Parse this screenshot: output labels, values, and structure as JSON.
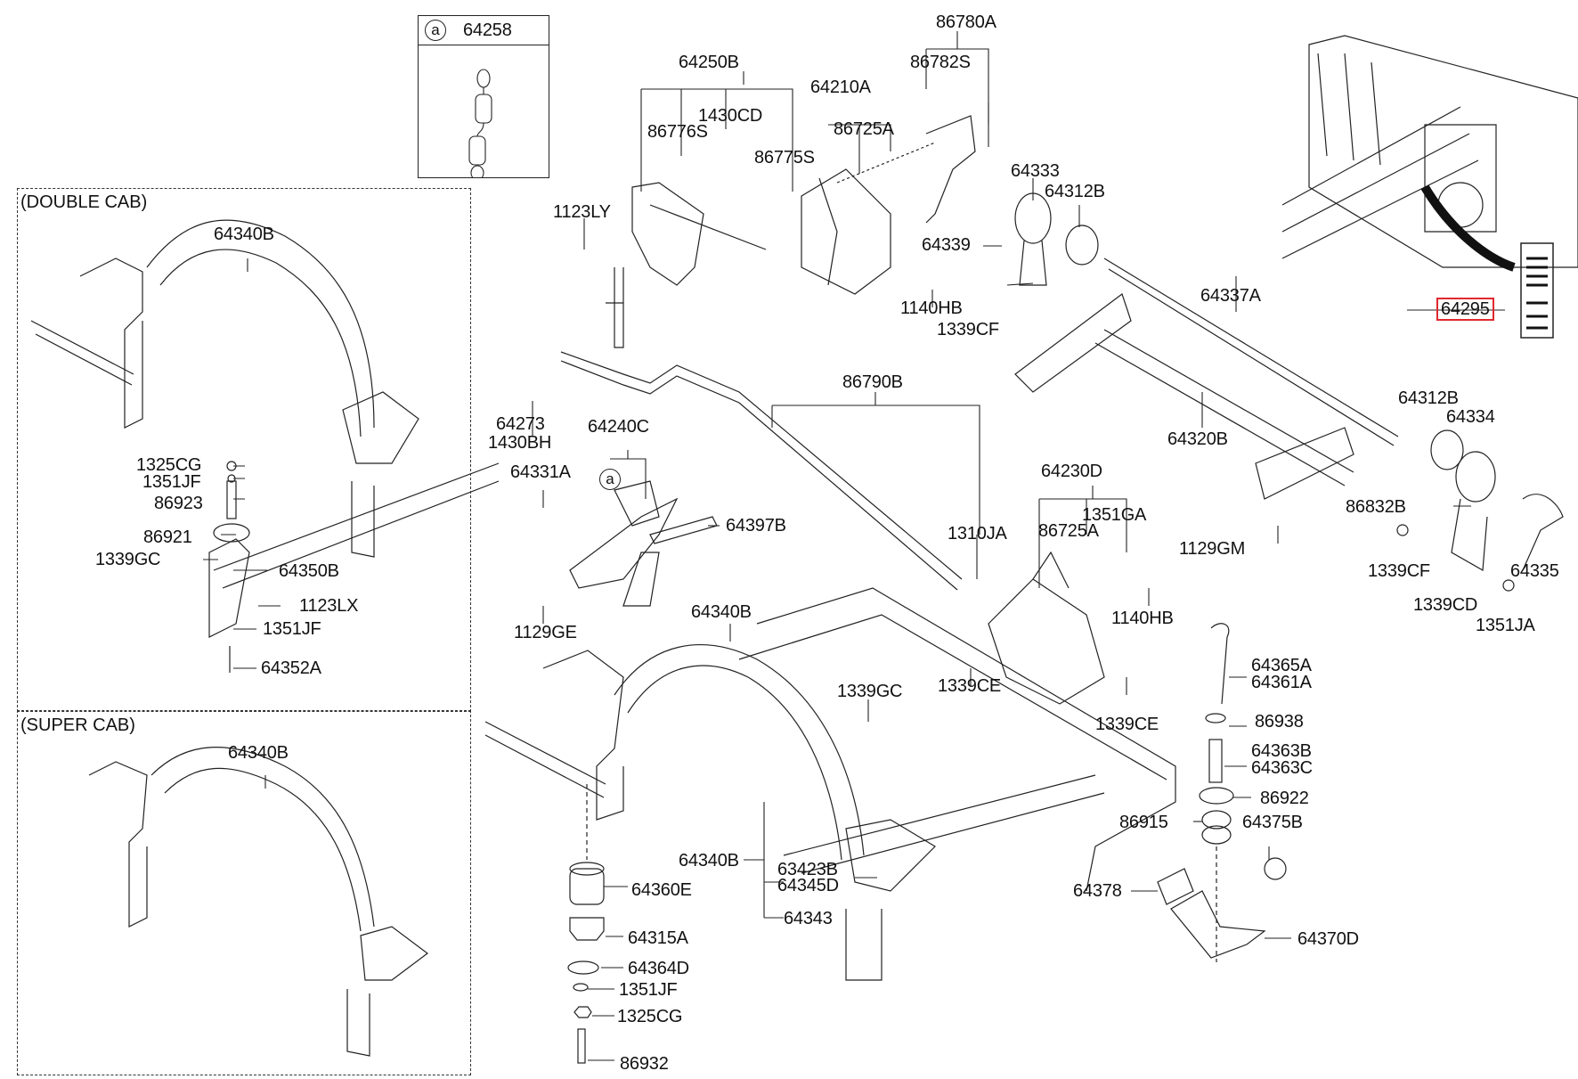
{
  "diagram": {
    "type": "exploded-parts-diagram",
    "highlight_color": "#e0282e",
    "sections": {
      "double_cab": "(DOUBLE CAB)",
      "super_cab": "(SUPER CAB)"
    },
    "inset": {
      "ref_letter": "a",
      "part": "64258"
    },
    "callout_ref_letter": "a",
    "labels": {
      "p64250B": "64250B",
      "p1430CD": "1430CD",
      "p86776S": "86776S",
      "p86775S": "86775S",
      "p64210A": "64210A",
      "p86725A_top": "86725A",
      "p86780A": "86780A",
      "p86782S": "86782S",
      "p1123LY": "1123LY",
      "p64333": "64333",
      "p64312B_top": "64312B",
      "p64339": "64339",
      "p1140HB_top": "1140HB",
      "p1339CF_top": "1339CF",
      "p64337A": "64337A",
      "p64295": "64295",
      "p64273": "64273",
      "p1430BH": "1430BH",
      "p86790B": "86790B",
      "p64320B": "64320B",
      "p64312B_right": "64312B",
      "p64334": "64334",
      "p64240C": "64240C",
      "p64331A": "64331A",
      "p64397B": "64397B",
      "p1129GE": "1129GE",
      "p64230D": "64230D",
      "p1351GA": "1351GA",
      "p86725A_mid": "86725A",
      "p1310JA": "1310JA",
      "p1140HB_mid": "1140HB",
      "p1129GM": "1129GM",
      "p86832B": "86832B",
      "p1339CF_right": "1339CF",
      "p1339CD": "1339CD",
      "p64335": "64335",
      "p1351JA": "1351JA",
      "p64340B_center": "64340B",
      "p1339GC_center": "1339GC",
      "p1339CE_left": "1339CE",
      "p1339CE_right": "1339CE",
      "p64365A": "64365A",
      "p64361A": "64361A",
      "p86938": "86938",
      "p64363B": "64363B",
      "p64363C": "64363C",
      "p86922": "86922",
      "p86915": "86915",
      "p64375B": "64375B",
      "p64378": "64378",
      "p64370D": "64370D",
      "p64340B_bottom": "64340B",
      "p63423B": "63423B",
      "p64345D": "64345D",
      "p64343": "64343",
      "p64360E": "64360E",
      "p64315A": "64315A",
      "p64364D": "64364D",
      "p1351JF_bottom": "1351JF",
      "p1325CG_bottom": "1325CG",
      "p86932": "86932",
      "dc_64340B": "64340B",
      "dc_1325CG": "1325CG",
      "dc_1351JF_top": "1351JF",
      "dc_86923": "86923",
      "dc_86921": "86921",
      "dc_1339GC": "1339GC",
      "dc_64350B": "64350B",
      "dc_1123LX": "1123LX",
      "dc_1351JF_bottom": "1351JF",
      "dc_64352A": "64352A",
      "sc_64340B": "64340B"
    }
  }
}
